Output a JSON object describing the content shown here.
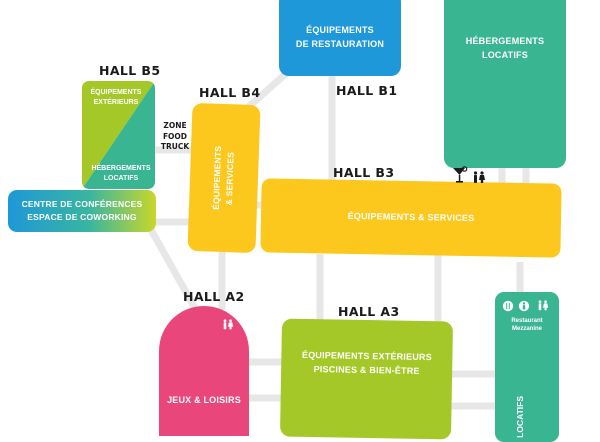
{
  "halls": {
    "b5": "HALL B5",
    "b4": "HALL B4",
    "b1": "HALL B1",
    "b3": "HALL B3",
    "a2": "HALL A2",
    "a3": "HALL A3"
  },
  "blocks": {
    "restauration": {
      "line1": "ÉQUIPEMENTS",
      "line2": "DE RESTAURATION"
    },
    "hebergements_top": {
      "line1": "HÉBERGEMENTS",
      "line2": "LOCATIFS"
    },
    "b5_exterieurs": {
      "line1": "ÉQUIPEMENTS",
      "line2": "EXTÉRIEURS"
    },
    "b5_hebergements": {
      "line1": "HÉBERGEMENTS",
      "line2": "LOCATIFS"
    },
    "zone_food_truck": {
      "line1": "ZONE",
      "line2": "FOOD",
      "line3": "TRUCK"
    },
    "b4_services": {
      "line1": "ÉQUIPEMENTS",
      "line2": "& SERVICES"
    },
    "conferences": {
      "line1": "CENTRE DE CONFÉRENCES",
      "line2": "ESPACE DE COWORKING"
    },
    "b3_services": "ÉQUIPEMENTS & SERVICES",
    "jeux": "JEUX & LOISIRS",
    "a3_exterieurs": {
      "line1": "ÉQUIPEMENTS EXTÉRIEURS",
      "line2": "PISCINES & BIEN-ÊTRE"
    },
    "mezzanine": {
      "line1": "Restaurant",
      "line2": "Mezzanine"
    },
    "right_partial": "LOCATIFS"
  },
  "icons": [
    "cocktail-icon",
    "restroom-icon",
    "restaurant-icon",
    "restroom-icon",
    "restroom-icon"
  ],
  "colors": {
    "teal": "#3ab591",
    "blue": "#1e98d8",
    "yellow": "#fcc81d",
    "lime": "#a4c827",
    "pink": "#e9467c",
    "path": "#e8e8e8"
  }
}
